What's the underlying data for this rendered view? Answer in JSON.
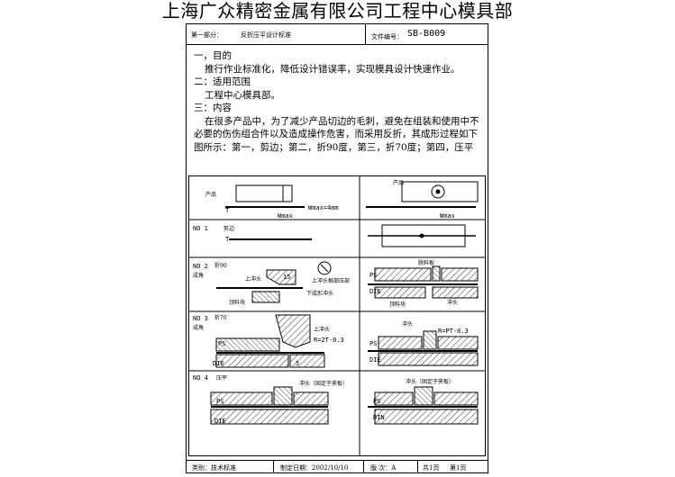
{
  "title": "上海广众精密金属有限公司工程中心模具部",
  "header": {
    "part": "第一部分：",
    "standard": "反折压平设计标准",
    "file_label": "文件编号：",
    "file_no": "SB-B009"
  },
  "content": {
    "s1_heading": "一，目的",
    "s1_text": "推行作业标准化，降低设计错误率，实现模具设计快速作业。",
    "s2_heading": "二：适用范围",
    "s2_text": "工程中心模具部。",
    "s3_heading": "三：内容",
    "s3_text": "在很多产品中，为了减少产品切边的毛刺，避免在组装和使用中不必要的伤伤组合件以及造成操作危害，而采用反折，其成形过程如下图所示：第一，剪边；第二，折90度，第三，折70度；第四，压平"
  },
  "diagram": {
    "product_label": "产品",
    "product_label_right": "产品",
    "wmax_label": "Wmax=4mm",
    "wmax_short": "Wmax",
    "t_label": "T",
    "r1_label": "NO 1",
    "r1_step": "剪边",
    "r2_label": "NO 2",
    "r2_step": "折90",
    "r2_sub": "成角",
    "r2_upper_punch": "上冲头",
    "r2_dim": "15",
    "r2_top_clamp": "上冲头根部压部",
    "r2_lower_punch": "下成形冲头",
    "r2_stripper": "顶料块",
    "r2_r_stripper_top": "脱料板",
    "r2_r_ps": "PS",
    "r2_r_die": "DIE",
    "r2_r_stripper": "顶料块",
    "r2_r_punch": "冲头",
    "r3_label": "NO 3",
    "r3_step": "折70",
    "r3_sub": "成角",
    "r3_upper_punch": "上冲头",
    "r3_rpt": "R=2T-0.3",
    "r3_ps": "PS",
    "r3_die": "DIE",
    "r3_five": "5",
    "r3_r_punch": "冲头",
    "r3_r_rpt": "R=PT-0.3",
    "r3_r_ps": "PS",
    "r3_r_die": "DIE",
    "r4_label": "NO 4",
    "r4_step": "压平",
    "r4_punch": "冲头（固定于夹板）",
    "r4_ps": "PS",
    "r4_die": "DIE",
    "r4_r_punch": "冲头（固定于夹板）",
    "r4_r_ps": "PS",
    "r4_r_die": "DIN"
  },
  "footer": {
    "category": "类别：技术标准",
    "date": "制定日期：2002/10/10",
    "version": "版  次：A",
    "total": "共1页",
    "page": "第1页"
  }
}
